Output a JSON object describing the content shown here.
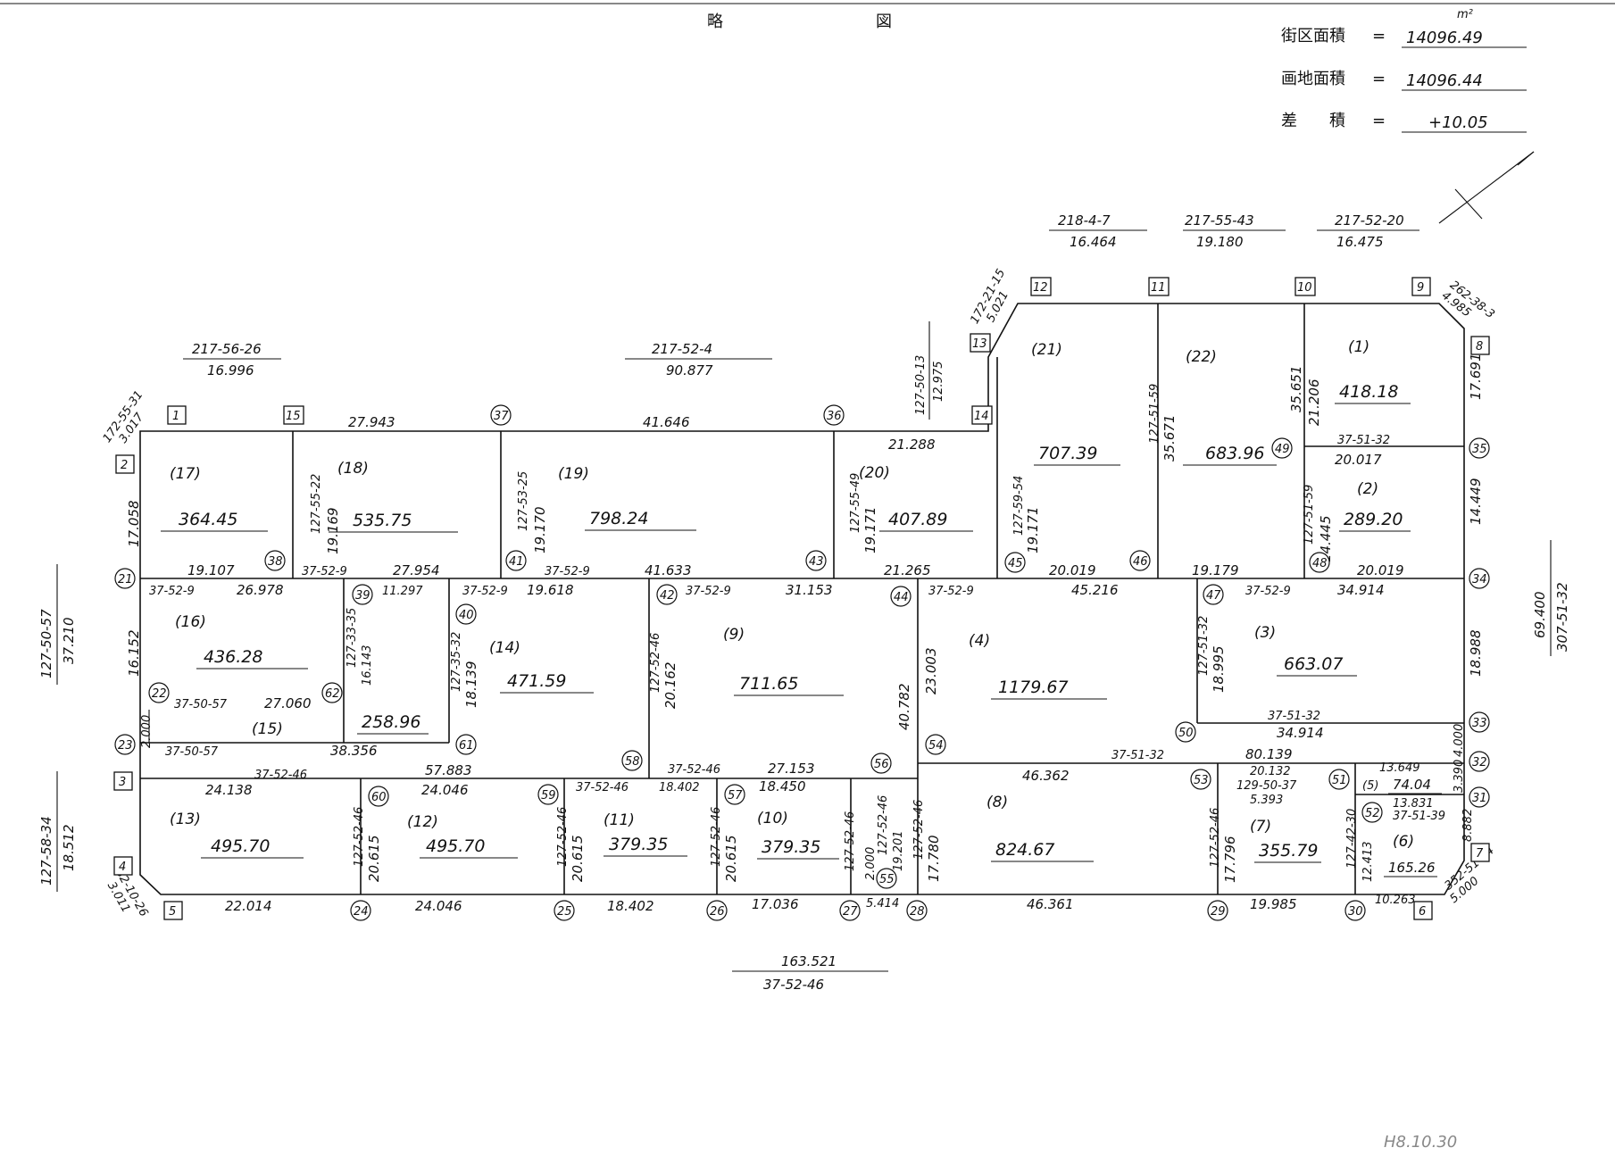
{
  "title": {
    "left": "略",
    "right": "図"
  },
  "summary": {
    "unit": "m²",
    "rows": [
      {
        "label": "街区面積",
        "eq": "=",
        "value": "14096.49"
      },
      {
        "label": "画地面積",
        "eq": "=",
        "value": "14096.44"
      },
      {
        "label": "差　　積",
        "eq": "=",
        "value": "+10.05"
      }
    ]
  },
  "stamp_date": "H8.10.30",
  "lots": [
    {
      "no": "(1)",
      "area": "418.18"
    },
    {
      "no": "(2)",
      "area": "289.20"
    },
    {
      "no": "(3)",
      "area": "663.07"
    },
    {
      "no": "(4)",
      "area": "1179.67"
    },
    {
      "no": "(5)",
      "area": "74.04"
    },
    {
      "no": "(6)",
      "area": "165.26"
    },
    {
      "no": "(7)",
      "area": "355.79"
    },
    {
      "no": "(8)",
      "area": "824.67"
    },
    {
      "no": "(9)",
      "area": "711.65"
    },
    {
      "no": "(10)",
      "area": "379.35"
    },
    {
      "no": "(11)",
      "area": "379.35"
    },
    {
      "no": "(12)",
      "area": "495.70"
    },
    {
      "no": "(13)",
      "area": "495.70"
    },
    {
      "no": "(14)",
      "area": "471.59"
    },
    {
      "no": "(15)",
      "area": "258.96"
    },
    {
      "no": "(16)",
      "area": "436.28"
    },
    {
      "no": "(17)",
      "area": "364.45"
    },
    {
      "no": "(18)",
      "area": "535.75"
    },
    {
      "no": "(19)",
      "area": "798.24"
    },
    {
      "no": "(20)",
      "area": "407.89"
    },
    {
      "no": "(21)",
      "area": "707.39"
    },
    {
      "no": "(22)",
      "area": "683.96"
    }
  ],
  "bearings": [
    {
      "bearing": "217-56-26",
      "distance": "16.996"
    },
    {
      "bearing": "217-52-4",
      "distance": "90.877"
    },
    {
      "bearing": "218-4-7",
      "distance": "16.464"
    },
    {
      "bearing": "217-55-43",
      "distance": "19.180"
    },
    {
      "bearing": "217-52-20",
      "distance": "16.475"
    },
    {
      "bearing": "163.521",
      "distance": "37-52-46"
    },
    {
      "bearing": "127-50-57",
      "distance": "37.210"
    },
    {
      "bearing": "127-58-34",
      "distance": "18.512"
    },
    {
      "bearing": "69.400",
      "distance": "307-51-32"
    },
    {
      "bearing": "127-50-13",
      "distance": "12.975"
    },
    {
      "bearing": "172-21-15",
      "distance": "5.021"
    },
    {
      "bearing": "262-38-3",
      "distance": "4.985"
    },
    {
      "bearing": "172-55-31",
      "distance": "3.017"
    },
    {
      "bearing": "82-10-26",
      "distance": "3.011"
    },
    {
      "bearing": "352-51-54",
      "distance": "5.000"
    }
  ],
  "dims": [
    "27.943",
    "41.646",
    "21.288",
    "19.107",
    "37-52-9",
    "27.954",
    "37-52-9",
    "41.633",
    "21.265",
    "20.019",
    "19.179",
    "20.019",
    "37-52-9",
    "26.978",
    "11.297",
    "37-52-9",
    "19.618",
    "37-52-9",
    "31.153",
    "37-52-9",
    "45.216",
    "37-52-9",
    "34.914",
    "37-50-57",
    "27.060",
    "37-50-57",
    "38.356",
    "37-51-32",
    "34.914",
    "37-51-32",
    "80.139",
    "20.132",
    "13.649",
    "37-52-46",
    "57.883",
    "24.138",
    "24.046",
    "37-52-46",
    "18.402",
    "37-52-46",
    "27.153",
    "18.450",
    "46.362",
    "129-50-37",
    "5.393",
    "13.831",
    "37-51-39",
    "22.014",
    "24.046",
    "18.402",
    "17.036",
    "5.414",
    "46.361",
    "19.985",
    "10.263",
    "37-51-32",
    "20.017",
    "17.691",
    "14.449",
    "18.988",
    "4.000",
    "3.390",
    "8.882",
    "127-55-22",
    "19.169",
    "127-53-25",
    "19.170",
    "127-55-49",
    "19.171",
    "127-59-54",
    "19.171",
    "127-51-59",
    "35.671",
    "35.651",
    "21.206",
    "127-51-59",
    "14.445",
    "127-33-35",
    "16.143",
    "127-35-32",
    "18.139",
    "127-52-46",
    "20.162",
    "40.782",
    "23.003",
    "127-51-32",
    "18.995",
    "2.000",
    "127-52-46",
    "20.615",
    "127-52-46",
    "20.615",
    "127-52-46",
    "20.615",
    "127-52-46",
    "2.000",
    "127-52-46",
    "19.201",
    "127-52-46",
    "17.780",
    "127-52-46",
    "17.796",
    "127-42-30",
    "12.413",
    "17.058",
    "16.152"
  ],
  "points": {
    "boxed": [
      "1",
      "2",
      "3",
      "4",
      "5",
      "6",
      "7",
      "8",
      "9",
      "10",
      "11",
      "12",
      "13",
      "14",
      "15"
    ],
    "circled": [
      "21",
      "22",
      "23",
      "24",
      "25",
      "26",
      "27",
      "28",
      "29",
      "30",
      "31",
      "32",
      "33",
      "34",
      "35",
      "36",
      "37",
      "38",
      "39",
      "40",
      "41",
      "42",
      "43",
      "44",
      "45",
      "46",
      "47",
      "48",
      "49",
      "50",
      "51",
      "52",
      "53",
      "54",
      "55",
      "56",
      "57",
      "58",
      "59",
      "60",
      "61",
      "62"
    ]
  }
}
